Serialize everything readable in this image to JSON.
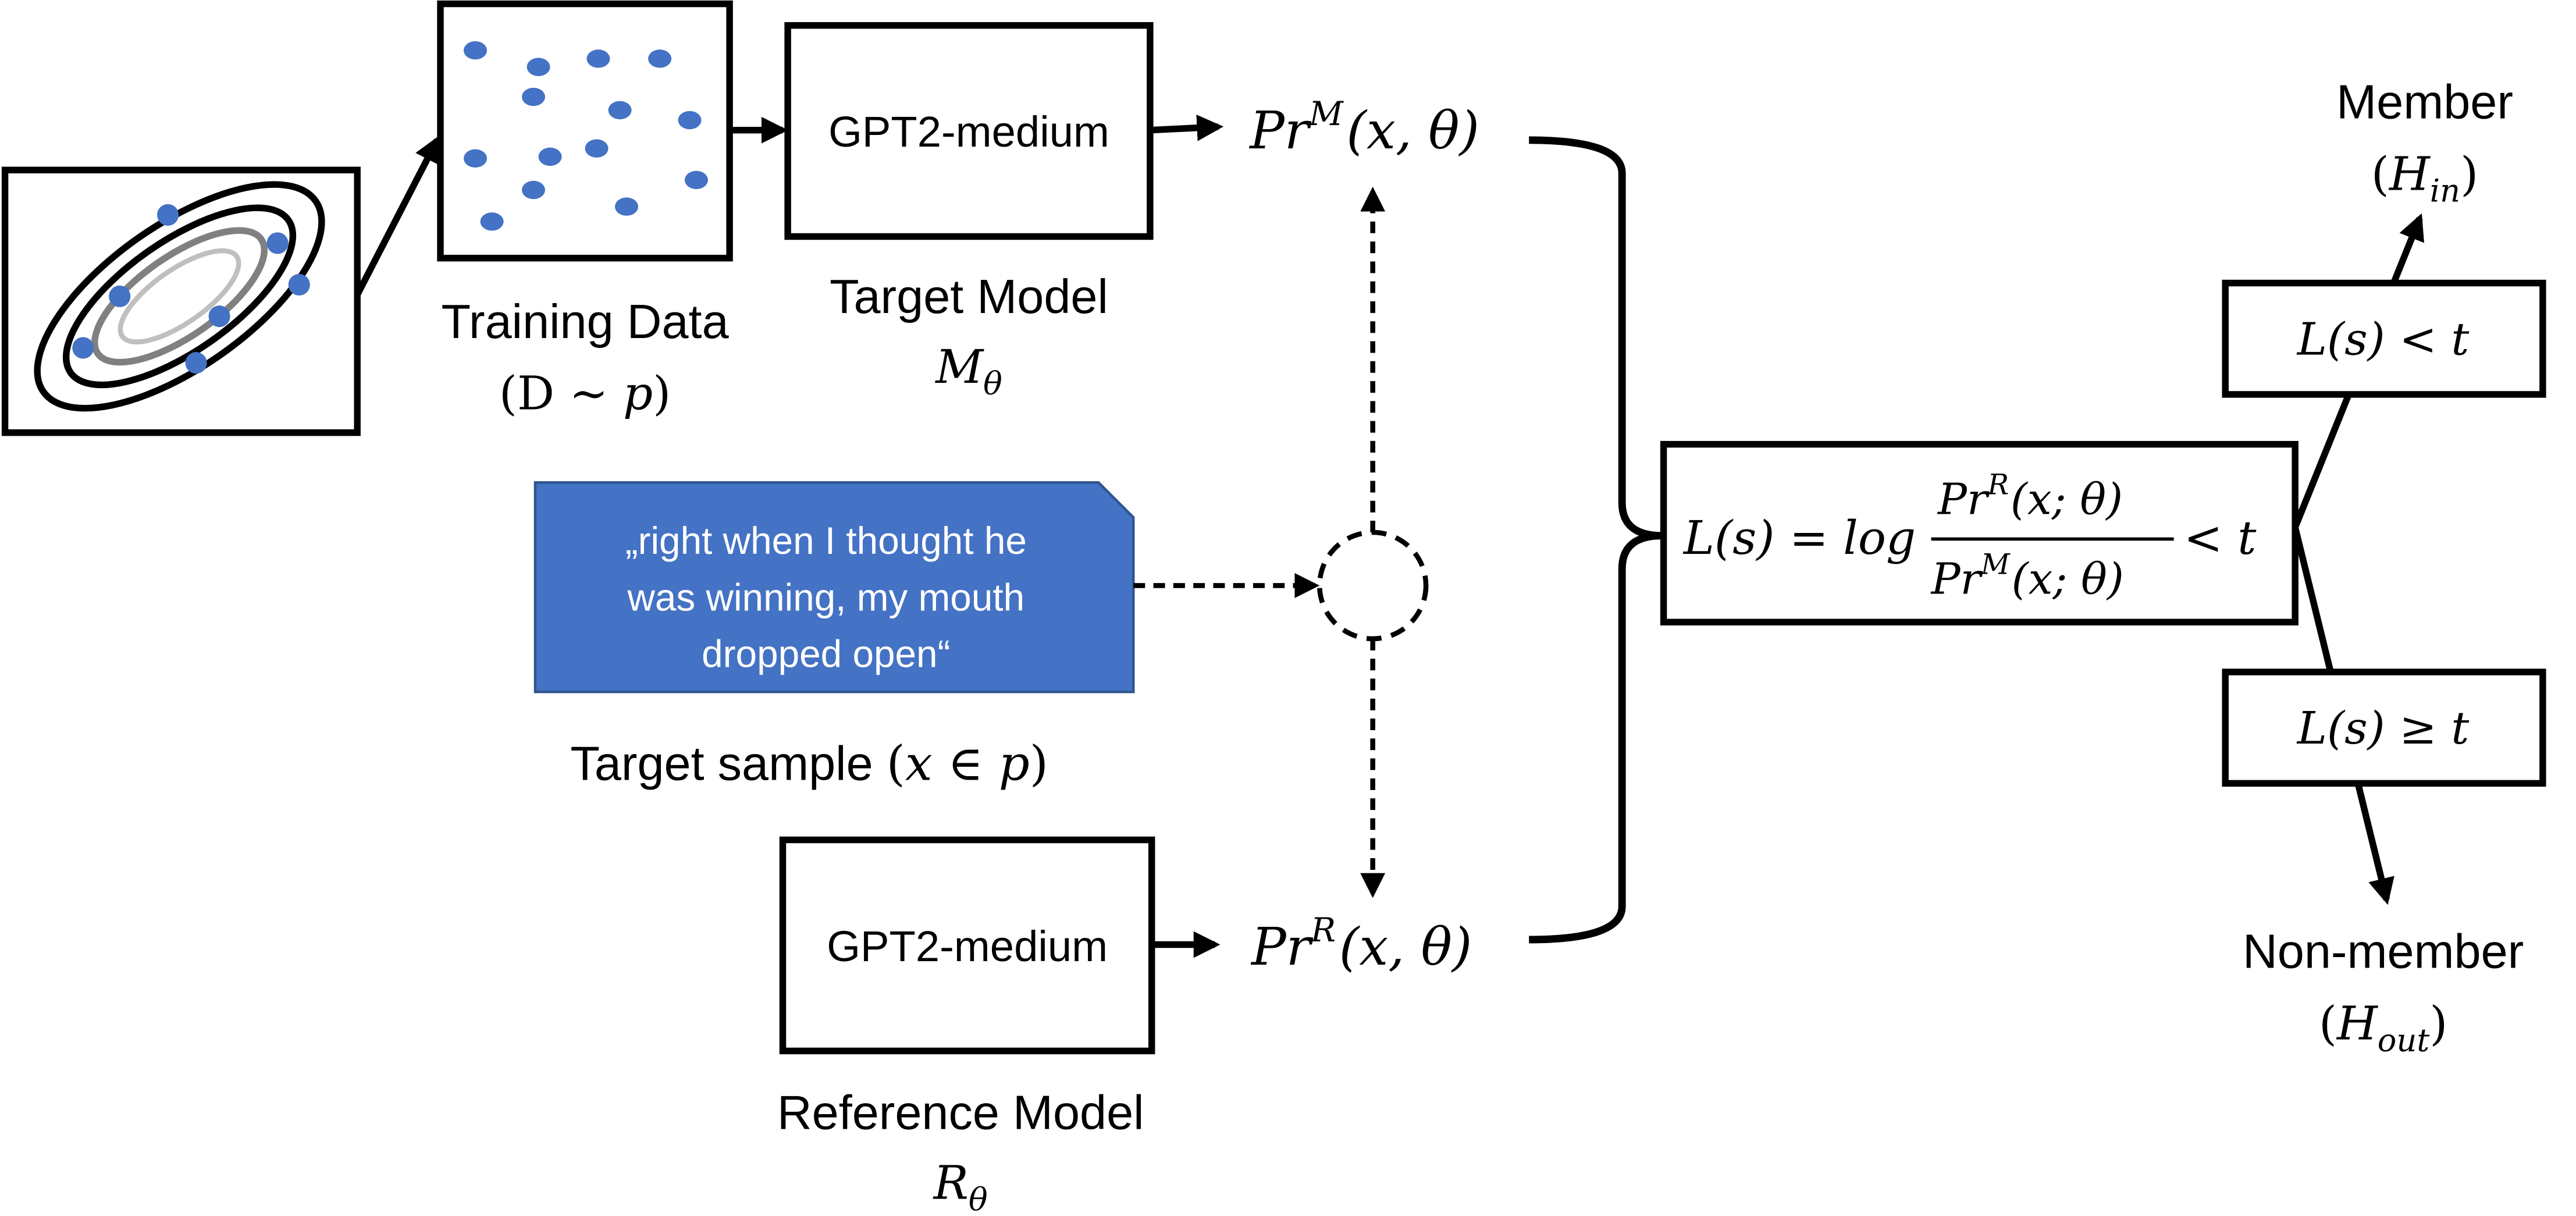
{
  "models": {
    "target_box_label": "GPT2-medium",
    "reference_box_label": "GPT2-medium",
    "target_caption": "Target Model",
    "target_symbol_base": "M",
    "target_symbol_sub": "θ",
    "reference_caption": "Reference Model",
    "reference_symbol_base": "R",
    "reference_symbol_sub": "θ"
  },
  "training": {
    "caption": "Training Data",
    "formula_open": "(",
    "formula_D": "D",
    "formula_sim": " ∼ ",
    "formula_p": "p",
    "formula_close": ")"
  },
  "sample": {
    "line1": "„right when I thought he",
    "line2": "was winning, my mouth",
    "line3": "dropped open“",
    "caption_text": "Target sample ",
    "caption_formula_open": "(",
    "caption_formula_x": "x",
    "caption_formula_in": "  ∈ ",
    "caption_formula_p": "p",
    "caption_formula_close": ")",
    "fill_color": "#4472C4"
  },
  "probabilities": {
    "target_base": "Pr",
    "target_sup": "M",
    "target_args": "(x, θ)",
    "reference_base": "Pr",
    "reference_sup": "R",
    "reference_args": "(x, θ)"
  },
  "likelihood": {
    "lhs": "L(s) = log",
    "num_base": "Pr",
    "num_sup": "R",
    "num_args": "(x;  θ)",
    "den_base": "Pr",
    "den_sup": "M",
    "den_args": "(x;  θ)",
    "rhs": "< t"
  },
  "decisions": {
    "member_condition": "L(s) < t",
    "nonmember_condition": "L(s) ≥ t",
    "member_label": "Member",
    "member_hyp_base": "H",
    "member_hyp_sub": "in",
    "nonmember_label": "Non-member",
    "nonmember_hyp_base": "H",
    "nonmember_hyp_sub": "out"
  },
  "colors": {
    "dot": "#4472C4",
    "ellipse_outer": "#000000",
    "ellipse_mid": "#808080",
    "ellipse_inner": "#BFBFBF",
    "stroke": "#000000"
  }
}
